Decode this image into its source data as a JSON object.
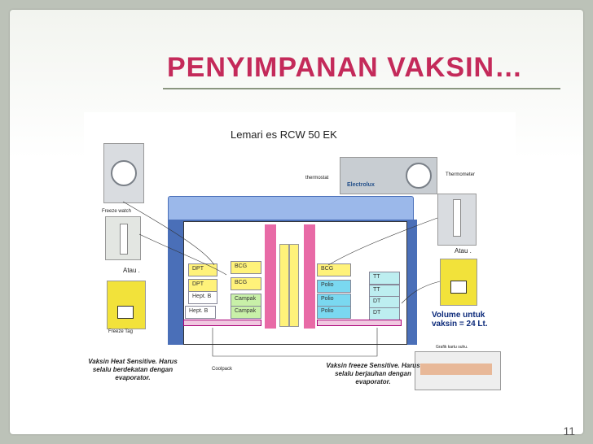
{
  "slide": {
    "title": "PENYIMPANAN VAKSIN…",
    "page_number": "11"
  },
  "diagram": {
    "header": "Lemari es RCW 50 EK",
    "thermostat_label": "thermostat",
    "thermometer_label": "Thermometer",
    "freeze_watch_label": "Freeze watch",
    "atau_left": "Atau .",
    "atau_right": "Atau .",
    "freeze_tag_label": "Freeze Tag",
    "coolpack_label": "Coolpack",
    "volume_label": "Volume untuk vaksin = 24 Lt.",
    "grafik_label": "Grafik kartu suhu.",
    "heat_note": "Vaksin Heat Sensitive. Harus selalu berdekatan dengan evaporator.",
    "freeze_note": "Vaksin freeze Sensitive. Harus selalu berjauhan dengan evaporator.",
    "brand": "Electrolux",
    "left_stack": [
      {
        "a": "DPT",
        "b": "BCG"
      },
      {
        "a": "DPT",
        "b": "BCG"
      },
      {
        "a": "Hept. B",
        "b": "Campak"
      },
      {
        "a": "Hept. B",
        "b": "Campak"
      }
    ],
    "right_stack": [
      {
        "a": "BCG",
        "b": "TT"
      },
      {
        "a": "Polio",
        "b": "TT"
      },
      {
        "a": "Polio",
        "b": "DT"
      },
      {
        "a": "Polio",
        "b": "DT"
      }
    ]
  },
  "colors": {
    "title": "#c42a5a",
    "fridge_body": "#4a6fb8",
    "fridge_top": "#9bb8ea",
    "dpt_box": "#fff27a",
    "campak_box": "#c8f0a8",
    "polio_box": "#7ad8f0",
    "dt_box": "#bdeef0",
    "shelf": "#f0c8e0"
  }
}
